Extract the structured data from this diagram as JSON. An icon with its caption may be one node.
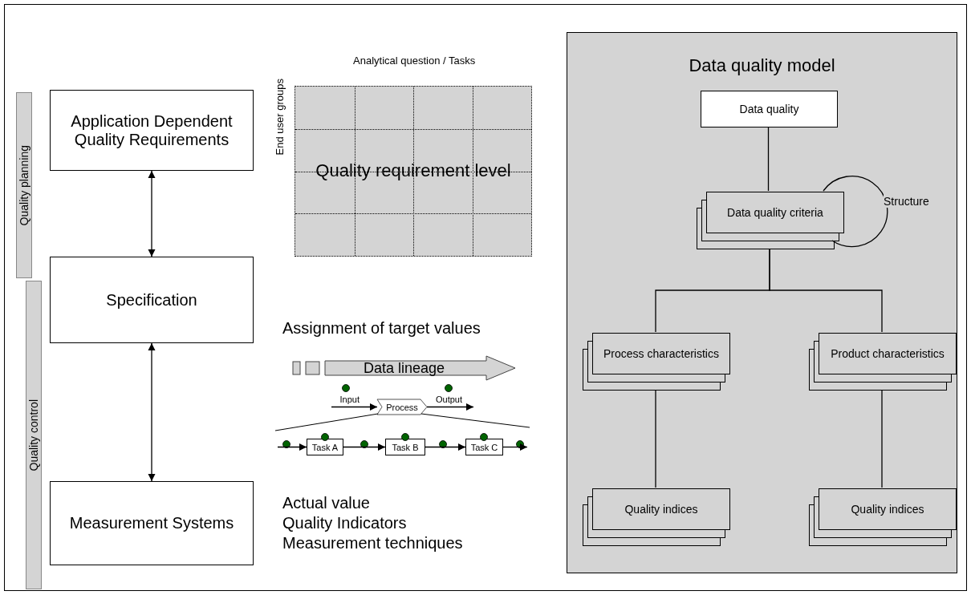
{
  "diagram": {
    "nodes": [
      {
        "text": [
          "Quality planning"
        ]
      },
      {
        "text": [
          "Application Dependent Quality Requirements"
        ]
      },
      {
        "text": [
          "Quality requirement level"
        ]
      },
      {
        "text": [
          "Data quality model"
        ]
      },
      {
        "text": [
          "Data quality"
        ],
        "in": 3
      },
      {
        "text": [
          "Data quality criteria"
        ],
        "in": 3
      },
      {
        "text": [
          "Quality control"
        ]
      },
      {
        "text": [
          "Specification"
        ]
      },
      {
        "text": [
          "Data lineage"
        ]
      },
      {
        "text": [
          "Process"
        ]
      },
      {
        "text": [
          "Task A"
        ]
      },
      {
        "text": [
          "Task B"
        ]
      },
      {
        "text": [
          "Task C"
        ]
      },
      {
        "text": [
          "Process characteristics"
        ],
        "in": 3
      },
      {
        "text": [
          "Product characteristics"
        ],
        "in": 3
      },
      {
        "text": [
          "Measurement Systems"
        ]
      },
      {
        "text": [
          "Quality indices"
        ],
        "in": 3
      },
      {
        "text": [
          "Quality indices"
        ],
        "in": 3
      }
    ],
    "edges": [
      {
        "from": 1,
        "to": 7,
        "arrow": "both"
      },
      {
        "from": 7,
        "to": 15,
        "arrow": "both"
      },
      {
        "from": 4,
        "to": 5,
        "arrow": "none"
      },
      {
        "from": 5,
        "to": 5,
        "arrow": "none",
        "label": "Structure"
      },
      {
        "from": 5,
        "to": 13,
        "arrow": "none"
      },
      {
        "from": 5,
        "to": 14,
        "arrow": "none"
      },
      {
        "from": 13,
        "to": 16,
        "arrow": "none"
      },
      {
        "from": 14,
        "to": 17,
        "arrow": "none"
      },
      {
        "from": null,
        "to": 9,
        "arrow": "to",
        "label": "Input"
      },
      {
        "from": 9,
        "to": null,
        "arrow": "to",
        "label": "Output"
      },
      {
        "from": null,
        "to": 10,
        "arrow": "to"
      },
      {
        "from": 10,
        "to": 11,
        "arrow": "to"
      },
      {
        "from": 11,
        "to": 12,
        "arrow": "to"
      },
      {
        "from": 12,
        "to": null,
        "arrow": "to"
      }
    ],
    "labels": [
      "Analytical question / Tasks",
      "End user groups",
      "Assignment of target values",
      "Actual value",
      "Quality Indicators",
      "Measurement techniques"
    ]
  }
}
